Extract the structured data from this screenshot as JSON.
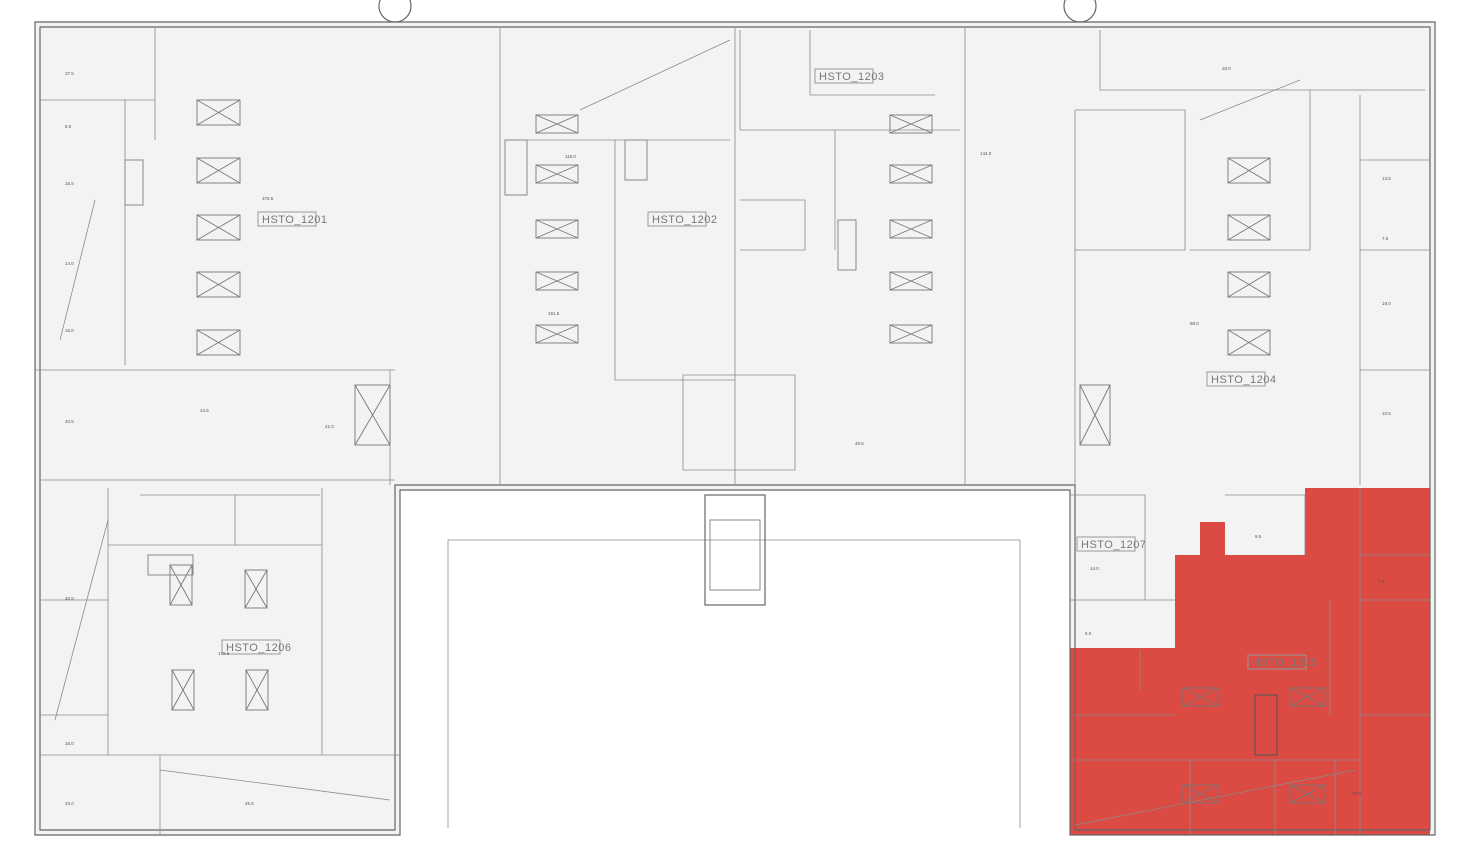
{
  "plan": {
    "zones": [
      {
        "id": "HSTO_1201"
      },
      {
        "id": "HSTO_1202"
      },
      {
        "id": "HSTO_1203"
      },
      {
        "id": "HSTO_1204"
      },
      {
        "id": "HSTO_1205",
        "highlighted": true
      },
      {
        "id": "HSTO_1206"
      },
      {
        "id": "HSTO_1207"
      }
    ],
    "highlight_color": "#dc4a44",
    "room_areas": [
      "37.5",
      "8.0",
      "15.5",
      "14.0",
      "16.0",
      "378.5",
      "40.5",
      "24.5",
      "21.0",
      "118.0",
      "191.5",
      "49.5",
      "144.0",
      "98.0",
      "40.5",
      "179.0",
      "16.0",
      "33.0",
      "45.5",
      "13.5",
      "7.5",
      "10.5",
      "28.0",
      "19.0",
      "14.0",
      "9.5",
      "5.0",
      "7.5",
      "72.0"
    ]
  }
}
